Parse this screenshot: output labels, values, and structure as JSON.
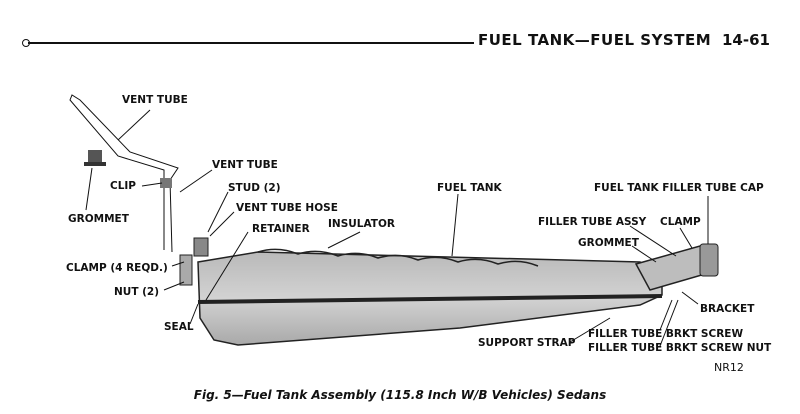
{
  "header": {
    "title": "FUEL TANK—FUEL SYSTEM",
    "page_number": "14-61"
  },
  "labels": {
    "vent_tube_top": "VENT TUBE",
    "vent_tube_mid": "VENT TUBE",
    "clip": "CLIP",
    "grommet_left": "GROMMET",
    "stud": "STUD (2)",
    "vent_tube_hose": "VENT TUBE HOSE",
    "retainer": "RETAINER",
    "insulator": "INSULATOR",
    "fuel_tank": "FUEL TANK",
    "fuel_tank_filler_tube_cap": "FUEL TANK FILLER TUBE CAP",
    "filler_tube_assy": "FILLER TUBE ASSY",
    "clamp_right": "CLAMP",
    "grommet_right": "GROMMET",
    "clamp_left": "CLAMP (4 REQD.)",
    "nut": "NUT (2)",
    "seal": "SEAL",
    "bracket": "BRACKET",
    "support_strap": "SUPPORT STRAP",
    "filler_tube_brkt_screw": "FILLER TUBE BRKT SCREW",
    "filler_tube_brkt_screw_nut": "FILLER TUBE BRKT SCREW NUT"
  },
  "reference_code": "NR12",
  "caption": "Fig. 5—Fuel Tank Assembly (115.8 Inch W/B Vehicles) Sedans"
}
